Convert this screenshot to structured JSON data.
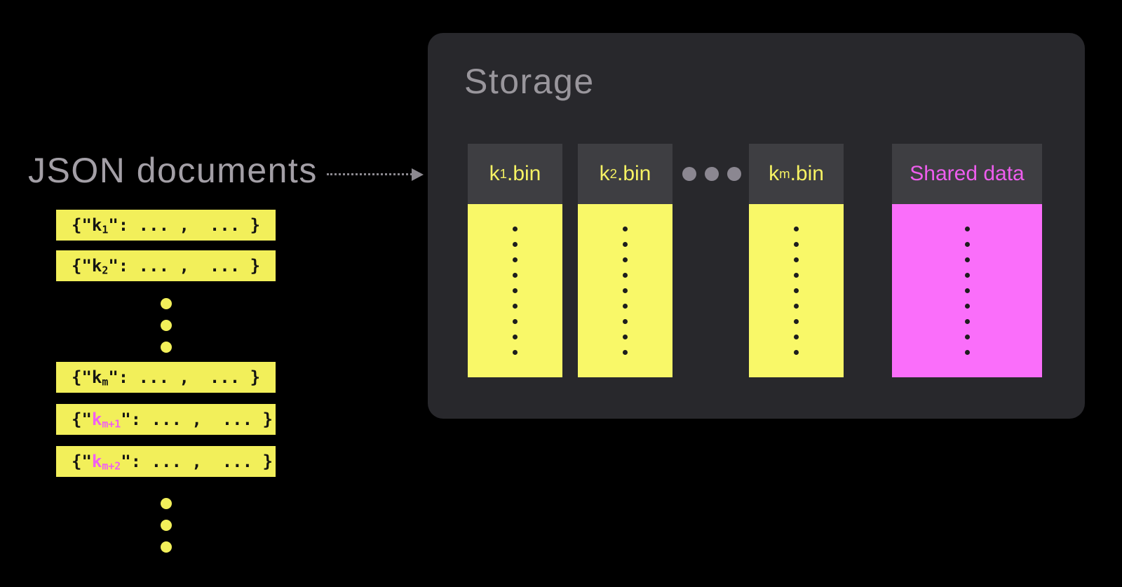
{
  "left_panel": {
    "title": "JSON documents",
    "documents": [
      {
        "pre": "{\"",
        "key": "k",
        "sub": "1",
        "post": "\": ... ,  ... }",
        "key_color": "black"
      },
      {
        "pre": "{\"",
        "key": "k",
        "sub": "2",
        "post": "\": ... ,  ... }",
        "key_color": "black"
      },
      {
        "pre": "{\"",
        "key": "k",
        "sub": "m",
        "post": "\": ... ,  ... }",
        "key_color": "black"
      },
      {
        "pre": "{\"",
        "key": "k",
        "sub": "m+1",
        "post": "\": ... ,  ... }",
        "key_color": "pink"
      },
      {
        "pre": "{\"",
        "key": "k",
        "sub": "m+2",
        "post": "\": ... ,  ... }",
        "key_color": "pink"
      }
    ],
    "ellipsis_dots": 3
  },
  "arrow": {
    "direction": "right",
    "style": "dotted"
  },
  "storage": {
    "title": "Storage",
    "bins": [
      {
        "key": "k",
        "sub": "1",
        "ext": ".bin"
      },
      {
        "key": "k",
        "sub": "2",
        "ext": ".bin"
      },
      {
        "key": "k",
        "sub": "m",
        "ext": ".bin"
      }
    ],
    "shared": {
      "label": "Shared data"
    },
    "ellipsis_dots": 3,
    "dots_per_column": 9
  },
  "colors": {
    "yellow": "#f2ef5a",
    "columnYellow": "#f9f868",
    "binYellow": "#f6f263",
    "magenta": "#fa6efa",
    "magentaText": "#ee5dee",
    "pinkKey": "#f15ff1",
    "panelBg": "#28282c",
    "headerBg": "#3e3e42",
    "grayText": "#99969c",
    "arrowGray": "#8c8990",
    "ellipsisGray": "#8b8791",
    "dotDark": "#1d1d1d"
  }
}
